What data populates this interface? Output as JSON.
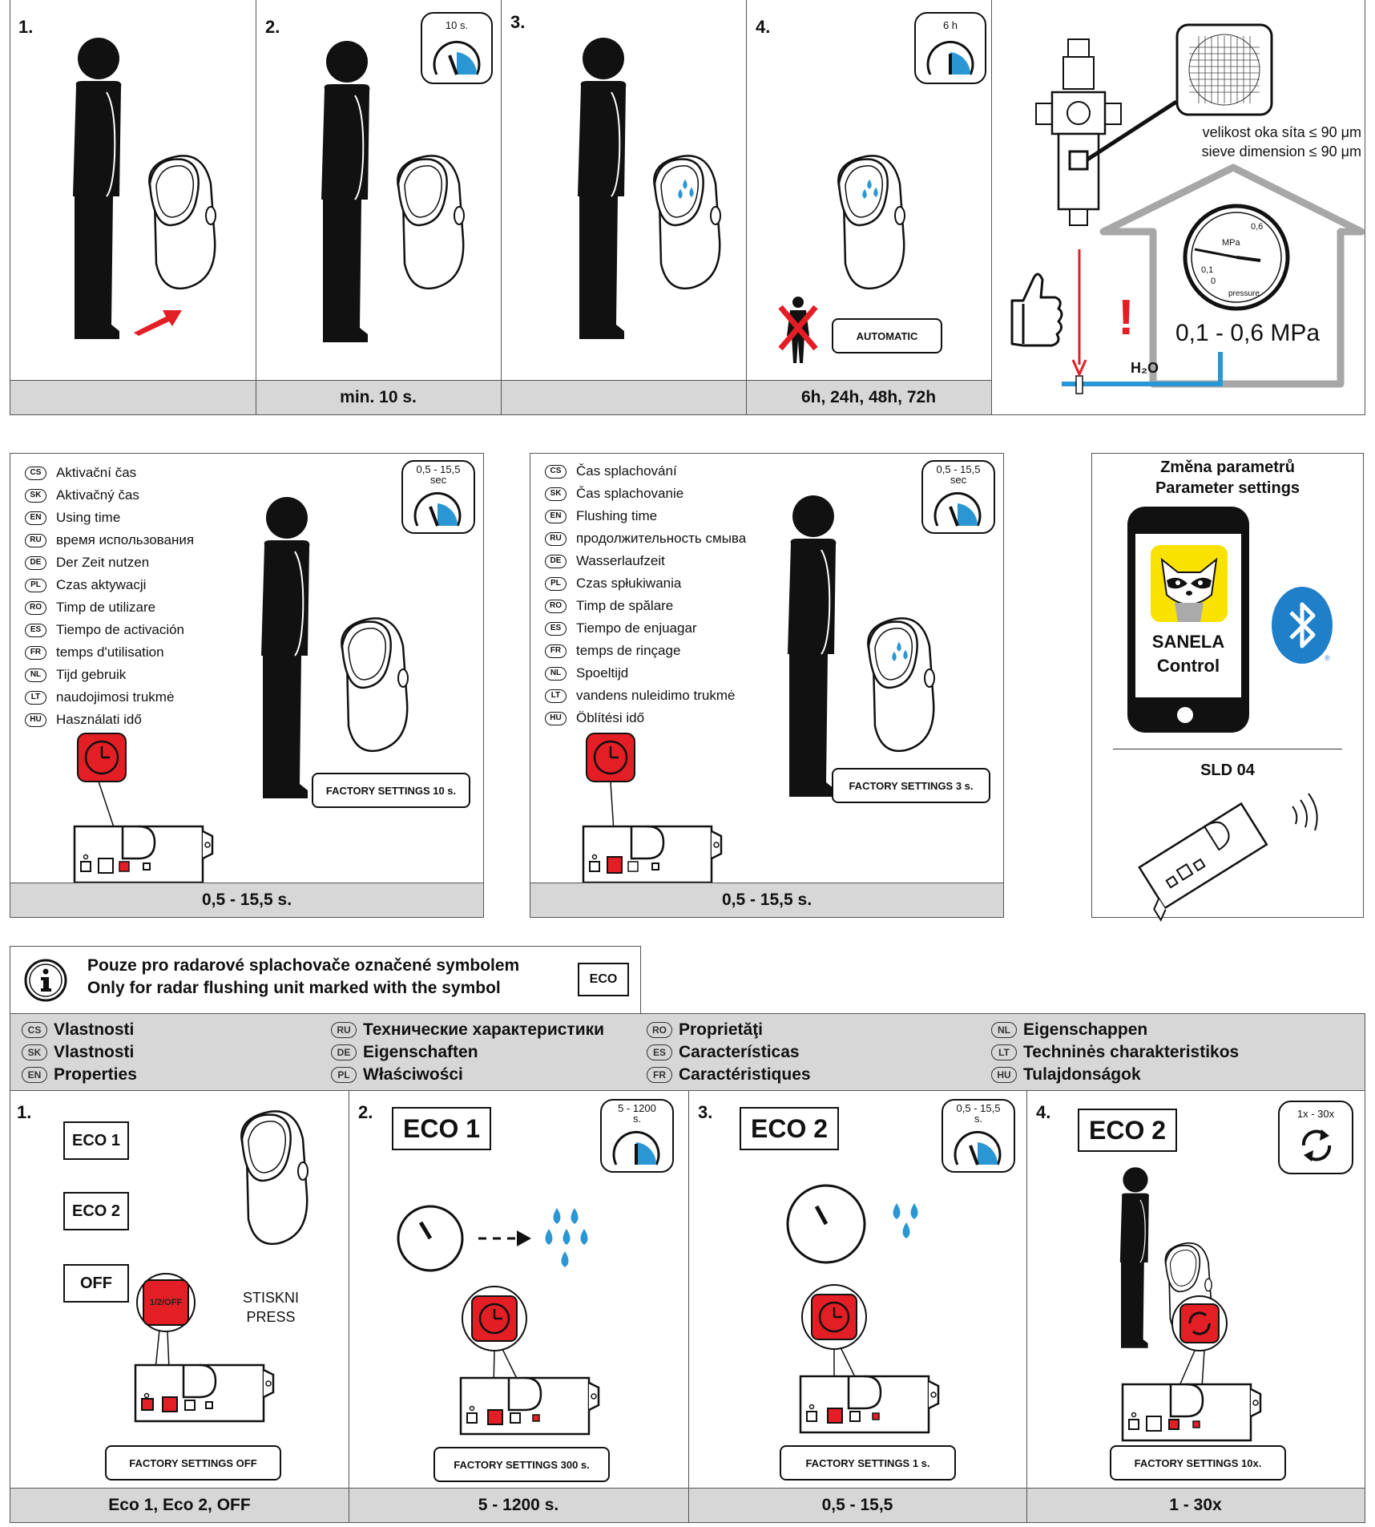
{
  "top_row": {
    "steps": [
      {
        "num": "1.",
        "footer": ""
      },
      {
        "num": "2.",
        "footer": "min. 10 s.",
        "timer": "10 s."
      },
      {
        "num": "3.",
        "footer": ""
      },
      {
        "num": "4.",
        "footer": "6h, 24h, 48h, 72h",
        "timer": "6 h",
        "automatic": "AUTOMATIC"
      }
    ],
    "install": {
      "sieve_cs": "velikost oka síta ≤ 90 μm",
      "sieve_en": "sieve dimension ≤ 90 μm",
      "gauge_unit": "MPa",
      "gauge_06": "0,6",
      "gauge_01": "0,1",
      "gauge_0": "0",
      "gauge_pressure": "pressure",
      "pressure_range": "0,1 - 0,6 MPa",
      "exclamation": "!",
      "water": "H₂O"
    }
  },
  "using_time": {
    "items": [
      {
        "code": "CS",
        "text": "Aktivační čas"
      },
      {
        "code": "SK",
        "text": "Aktivačný čas"
      },
      {
        "code": "EN",
        "text": "Using time"
      },
      {
        "code": "RU",
        "text": "время использования"
      },
      {
        "code": "DE",
        "text": "Der Zeit nutzen"
      },
      {
        "code": "PL",
        "text": "Czas aktywacji"
      },
      {
        "code": "RO",
        "text": "Timp de utilizare"
      },
      {
        "code": "ES",
        "text": "Tiempo de activación"
      },
      {
        "code": "FR",
        "text": "temps d'utilisation"
      },
      {
        "code": "NL",
        "text": "Tijd gebruik"
      },
      {
        "code": "LT",
        "text": "naudojimosi trukmė"
      },
      {
        "code": "HU",
        "text": "Használati idő"
      }
    ],
    "timer": "0,5 - 15,5",
    "timer_unit": "sec",
    "factory": "FACTORY SETTINGS 10 s.",
    "footer": "0,5 - 15,5 s."
  },
  "flushing_time": {
    "items": [
      {
        "code": "CS",
        "text": "Čas splachování"
      },
      {
        "code": "SK",
        "text": "Čas splachovanie"
      },
      {
        "code": "EN",
        "text": "Flushing time"
      },
      {
        "code": "RU",
        "text": "продолжительность смыва"
      },
      {
        "code": "DE",
        "text": "Wasserlaufzeit"
      },
      {
        "code": "PL",
        "text": "Czas spłukiwania"
      },
      {
        "code": "RO",
        "text": "Timp de spălare"
      },
      {
        "code": "ES",
        "text": "Tiempo de enjuagar"
      },
      {
        "code": "FR",
        "text": "temps de rinçage"
      },
      {
        "code": "NL",
        "text": "Spoeltijd"
      },
      {
        "code": "LT",
        "text": "vandens nuleidimo trukmė"
      },
      {
        "code": "HU",
        "text": "Öblítési idő"
      }
    ],
    "timer": "0,5 - 15,5",
    "timer_unit": "sec",
    "factory": "FACTORY SETTINGS 3 s.",
    "footer": "0,5 - 15,5 s."
  },
  "app_panel": {
    "title_cs": "Změna parametrů",
    "title_en": "Parameter settings",
    "app_name_1": "SANELA",
    "app_name_2": "Control",
    "bt_registered": "®",
    "remote": "SLD 04"
  },
  "eco_note": {
    "line_cs": "Pouze pro radarové splachovače označené symbolem",
    "line_en": "Only for radar flushing unit marked with the symbol",
    "symbol": "ECO"
  },
  "properties": [
    {
      "code": "CS",
      "text": "Vlastnosti"
    },
    {
      "code": "SK",
      "text": "Vlastnosti"
    },
    {
      "code": "EN",
      "text": "Properties"
    },
    {
      "code": "RU",
      "text": "Технические характеристики"
    },
    {
      "code": "DE",
      "text": "Eigenschaften"
    },
    {
      "code": "PL",
      "text": "Właściwości"
    },
    {
      "code": "RO",
      "text": "Proprietăţi"
    },
    {
      "code": "ES",
      "text": "Características"
    },
    {
      "code": "FR",
      "text": "Caractéristiques"
    },
    {
      "code": "NL",
      "text": "Eigenschappen"
    },
    {
      "code": "LT",
      "text": "Techninės charakteristikos"
    },
    {
      "code": "HU",
      "text": "Tulajdonságok"
    }
  ],
  "eco_steps": [
    {
      "num": "1.",
      "labels": [
        "ECO 1",
        "ECO 2",
        "OFF"
      ],
      "button": "1/2/OFF",
      "press_cs": "STISKNI",
      "press_en": "PRESS",
      "factory": "FACTORY SETTINGS OFF",
      "footer": "Eco 1, Eco 2, OFF"
    },
    {
      "num": "2.",
      "title": "ECO 1",
      "timer": "5 - 1200",
      "timer_unit": "s.",
      "factory": "FACTORY SETTINGS 300 s.",
      "footer": "5 - 1200 s."
    },
    {
      "num": "3.",
      "title": "ECO 2",
      "timer": "0,5 - 15,5",
      "timer_unit": "s.",
      "factory": "FACTORY SETTINGS 1 s.",
      "footer": "0,5 - 15,5"
    },
    {
      "num": "4.",
      "title": "ECO 2",
      "timer": "1x - 30x",
      "factory": "FACTORY SETTINGS 10x.",
      "footer": "1 - 30x"
    }
  ]
}
